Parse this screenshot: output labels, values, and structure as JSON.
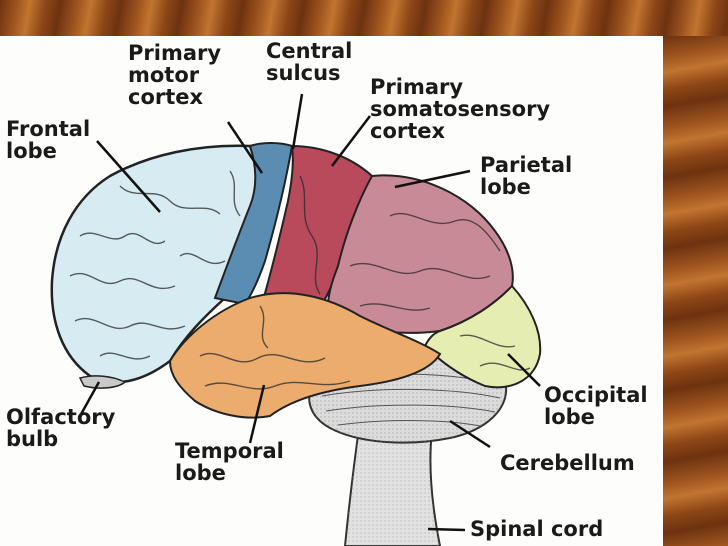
{
  "labels": {
    "primary_motor_cortex": "Primary\nmotor\ncortex",
    "central_sulcus": "Central\nsulcus",
    "primary_somatosensory_cortex": "Primary\nsomatosensory\ncortex",
    "frontal_lobe": "Frontal\nlobe",
    "parietal_lobe": "Parietal\nlobe",
    "occipital_lobe": "Occipital\nlobe",
    "olfactory_bulb": "Olfactory\nbulb",
    "temporal_lobe": "Temporal\nlobe",
    "cerebellum": "Cerebellum",
    "spinal_cord": "Spinal cord"
  },
  "colors": {
    "frontal": "#d6ecf2",
    "motor": "#5b8db3",
    "somatosensory": "#b84a5c",
    "parietal": "#c98a98",
    "occipital": "#e6edb2",
    "temporal": "#ebac6e",
    "cerebellum": "#dcdcdc",
    "brainstem": "#e2e2e2"
  }
}
